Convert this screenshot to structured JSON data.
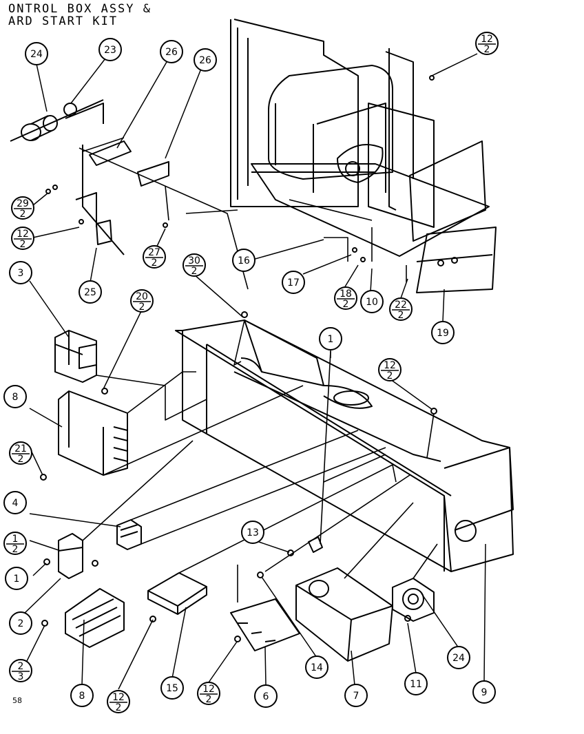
{
  "title": {
    "line1": "ONTROL BOX ASSY &",
    "line2": "ARD START KIT"
  },
  "footer_code": "58",
  "callouts": [
    {
      "id": "c24a",
      "type": "single",
      "label": "24"
    },
    {
      "id": "c23",
      "type": "single",
      "label": "23"
    },
    {
      "id": "c26a",
      "type": "single",
      "label": "26"
    },
    {
      "id": "c26b",
      "type": "single",
      "label": "26"
    },
    {
      "id": "c12a",
      "type": "fraction",
      "num": "12",
      "den": "2"
    },
    {
      "id": "c29",
      "type": "fraction",
      "num": "29",
      "den": "2"
    },
    {
      "id": "c12b",
      "type": "fraction",
      "num": "12",
      "den": "2"
    },
    {
      "id": "c27",
      "type": "fraction",
      "num": "27",
      "den": "2"
    },
    {
      "id": "c25",
      "type": "single",
      "label": "25"
    },
    {
      "id": "c3",
      "type": "single",
      "label": "3"
    },
    {
      "id": "c30",
      "type": "fraction",
      "num": "30",
      "den": "2"
    },
    {
      "id": "c16a",
      "type": "single",
      "label": "16"
    },
    {
      "id": "c17",
      "type": "single",
      "label": "17"
    },
    {
      "id": "c18",
      "type": "fraction",
      "num": "18",
      "den": "2"
    },
    {
      "id": "c10",
      "type": "single",
      "label": "10"
    },
    {
      "id": "c22",
      "type": "fraction",
      "num": "22",
      "den": "2"
    },
    {
      "id": "c19",
      "type": "single",
      "label": "19"
    },
    {
      "id": "c20",
      "type": "fraction",
      "num": "20",
      "den": "2"
    },
    {
      "id": "c1a",
      "type": "single",
      "label": "1"
    },
    {
      "id": "c12c",
      "type": "fraction",
      "num": "12",
      "den": "2"
    },
    {
      "id": "c8a",
      "type": "single",
      "label": "8"
    },
    {
      "id": "c21",
      "type": "fraction",
      "num": "21",
      "den": "2"
    },
    {
      "id": "c4",
      "type": "single",
      "label": "4"
    },
    {
      "id": "c1h",
      "type": "fraction",
      "num": "1",
      "den": "2"
    },
    {
      "id": "c1b",
      "type": "single",
      "label": "1"
    },
    {
      "id": "c13",
      "type": "single",
      "label": "13"
    },
    {
      "id": "c2a",
      "type": "single",
      "label": "2"
    },
    {
      "id": "c2b",
      "type": "fraction",
      "num": "2",
      "den": "3"
    },
    {
      "id": "c24b",
      "type": "single",
      "label": "24"
    },
    {
      "id": "c8b",
      "type": "single",
      "label": "8"
    },
    {
      "id": "c12d",
      "type": "fraction",
      "num": "12",
      "den": "2"
    },
    {
      "id": "c15",
      "type": "single",
      "label": "15"
    },
    {
      "id": "c12e",
      "type": "fraction",
      "num": "12",
      "den": "2"
    },
    {
      "id": "c6",
      "type": "single",
      "label": "6"
    },
    {
      "id": "c14",
      "type": "single",
      "label": "14"
    },
    {
      "id": "c7",
      "type": "single",
      "label": "7"
    },
    {
      "id": "c11",
      "type": "single",
      "label": "11"
    },
    {
      "id": "c9",
      "type": "single",
      "label": "9"
    }
  ]
}
